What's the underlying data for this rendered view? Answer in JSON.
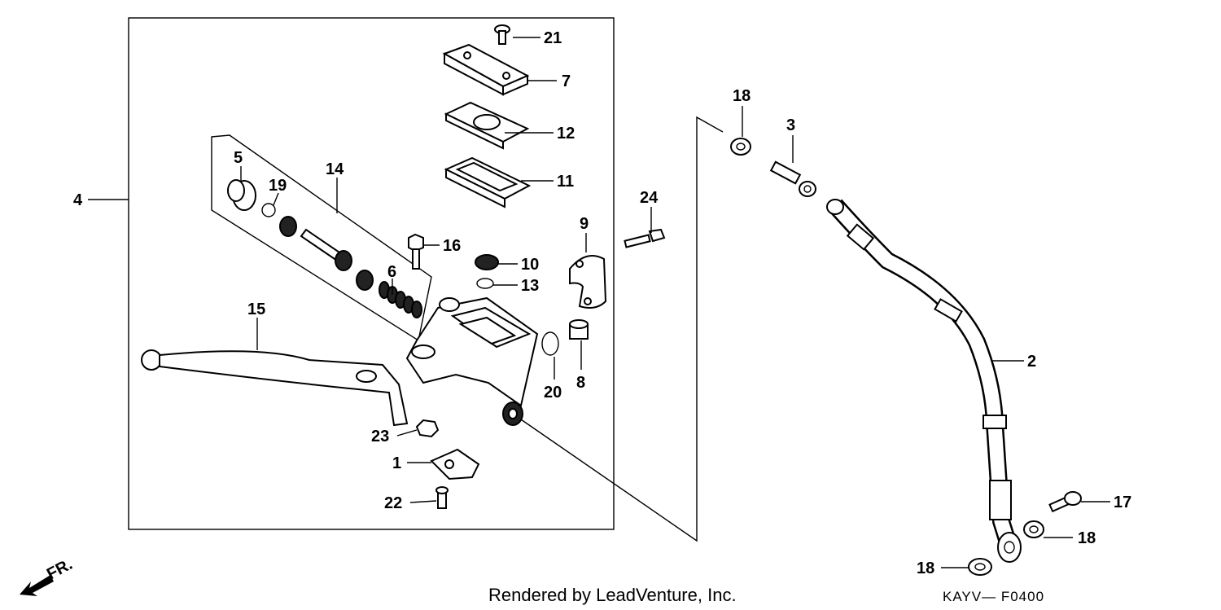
{
  "callouts": {
    "c1": "1",
    "c2": "2",
    "c3": "3",
    "c4": "4",
    "c5": "5",
    "c6": "6",
    "c7": "7",
    "c8": "8",
    "c9": "9",
    "c10": "10",
    "c11": "11",
    "c12": "12",
    "c13": "13",
    "c14": "14",
    "c15": "15",
    "c16": "16",
    "c17": "17",
    "c18a": "18",
    "c18b": "18",
    "c18c": "18",
    "c19": "19",
    "c20": "20",
    "c21": "21",
    "c22": "22",
    "c23": "23",
    "c24": "24"
  },
  "orientation_mark": "FR.",
  "footer": {
    "credit": "Rendered by LeadVenture, Inc.",
    "diagram_code": "KAYV— F0400"
  }
}
